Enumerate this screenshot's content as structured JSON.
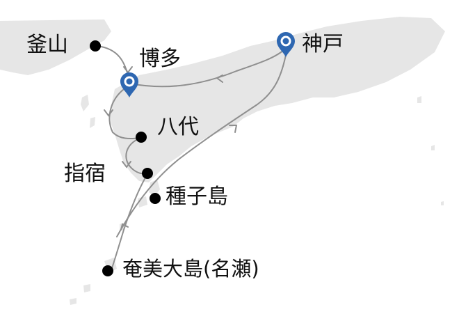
{
  "map": {
    "colors": {
      "land": "#e6e6e6",
      "route": "#8f8f8f",
      "port_dot": "#000000",
      "pin": "#2e67b1",
      "pin_inner": "#ffffff"
    },
    "ports": {
      "busan": "釜山",
      "hakata": "博多",
      "kobe": "神戸",
      "yatsushiro": "八代",
      "ibusuki": "指宿",
      "tanegashima": "種子島",
      "amami": "奄美大島(名瀬)"
    },
    "icons": {
      "departure_pin": "location-pin-icon",
      "port_marker": "dot-icon",
      "route_arrow": "arrow-icon"
    }
  }
}
